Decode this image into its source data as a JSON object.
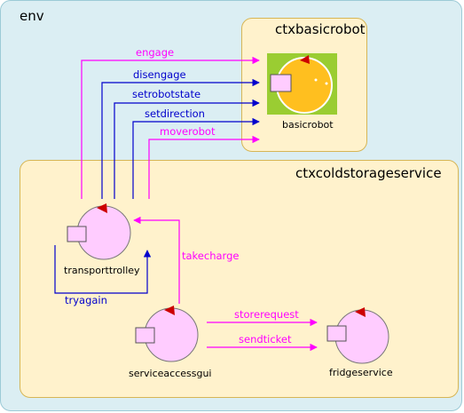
{
  "env": {
    "title": "env"
  },
  "contexts": {
    "basicrobot": {
      "title": "ctxbasicrobot"
    },
    "coldstorage": {
      "title": "ctxcoldstorageservice"
    }
  },
  "actors": {
    "basicrobot": {
      "name": "basicrobot"
    },
    "transporttrolley": {
      "name": "transporttrolley"
    },
    "serviceaccessgui": {
      "name": "serviceaccessgui"
    },
    "fridgeservice": {
      "name": "fridgeservice"
    }
  },
  "messages": {
    "engage": "engage",
    "disengage": "disengage",
    "setrobotstate": "setrobotstate",
    "setdirection": "setdirection",
    "moverobot": "moverobot",
    "takecharge": "takecharge",
    "tryagain": "tryagain",
    "storerequest": "storerequest",
    "sendticket": "sendticket"
  },
  "colors": {
    "env_bg": "#dbeef3",
    "context_bg": "#fff2cc",
    "context_border": "#d6b656",
    "actor_fill": "#ffccff",
    "robot_fill": "#ffbf1f",
    "robot_bg": "#9acd32",
    "dispatch": "#ff00ff",
    "request": "#0000cc",
    "marker": "#cc0000"
  }
}
